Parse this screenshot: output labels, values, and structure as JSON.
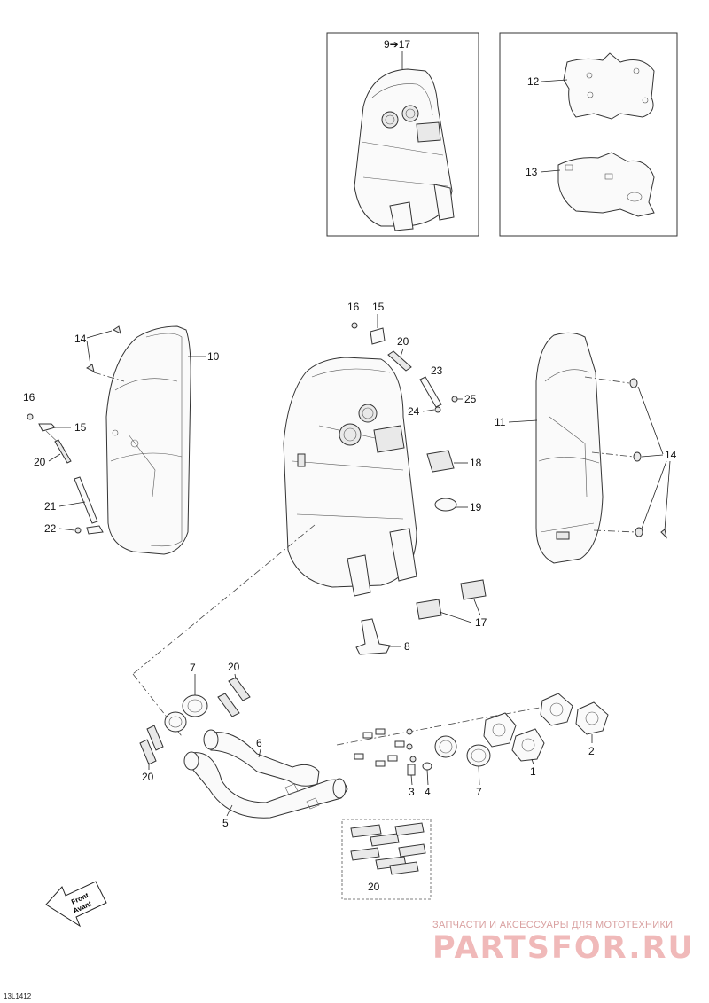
{
  "diagram_code": "13L1412",
  "watermark": {
    "tagline": "ЗАПЧАСТИ И АКСЕССУАРЫ ДЛЯ МОТОТЕХНИКИ",
    "brand": "PARTSFOR.RU"
  },
  "front_arrow": {
    "line1": "Front",
    "line2": "Avant"
  },
  "callouts": {
    "c1": "1",
    "c2": "2",
    "c3": "3",
    "c4": "4",
    "c5": "5",
    "c6": "6",
    "c7a": "7",
    "c7b": "7",
    "c8": "8",
    "c9_17": "9➔17",
    "c10": "10",
    "c11": "11",
    "c12": "12",
    "c13": "13",
    "c14a": "14",
    "c14b": "14",
    "c15a": "15",
    "c15b": "15",
    "c16a": "16",
    "c16b": "16",
    "c17": "17",
    "c18": "18",
    "c19": "19",
    "c20a": "20",
    "c20b": "20",
    "c20c": "20",
    "c20d": "20",
    "c20e": "20",
    "c21": "21",
    "c22": "22",
    "c23": "23",
    "c24": "24",
    "c25": "25"
  }
}
